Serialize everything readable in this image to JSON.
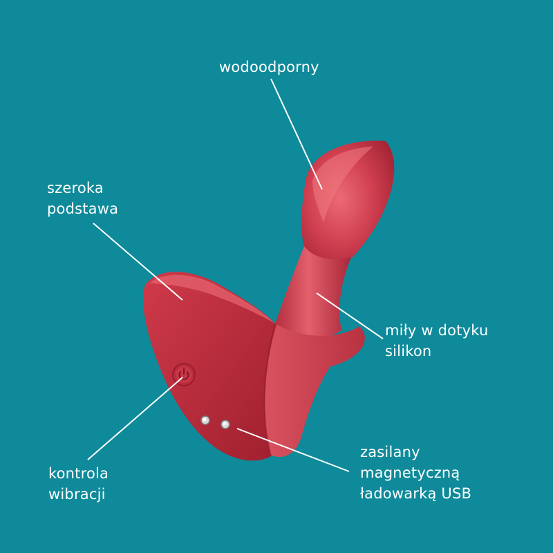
{
  "colors": {
    "background": "#0e8a9a",
    "product": "#c9394a",
    "label_text": "#ffffff",
    "callout_line": "#ffffff"
  },
  "callouts": {
    "waterproof": {
      "lines": [
        "wodoodporny"
      ]
    },
    "wide_base": {
      "lines": [
        "szeroka",
        "podstawa"
      ]
    },
    "silicone": {
      "lines": [
        "miły w dotyku",
        "silikon"
      ]
    },
    "vibration_control": {
      "lines": [
        "kontrola",
        "wibracji"
      ]
    },
    "charging": {
      "lines": [
        "zasilany",
        "magnetyczną",
        "ładowarką USB"
      ]
    }
  }
}
